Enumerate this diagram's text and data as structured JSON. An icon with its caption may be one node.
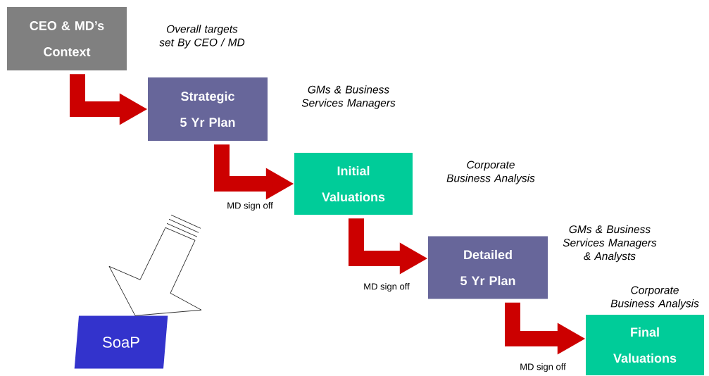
{
  "diagram": {
    "nodes": [
      {
        "text": [
          "CEO & MD’s Context"
        ]
      },
      {
        "text": [
          "Strategic 5 Yr Plan"
        ]
      },
      {
        "text": [
          "Initial Valuations"
        ]
      },
      {
        "text": [
          "Detailed 5 Yr Plan"
        ]
      },
      {
        "text": [
          "Final Valuations"
        ]
      },
      {
        "text": [
          "SoaP"
        ]
      }
    ],
    "edges": [
      {
        "from": 0,
        "to": 1,
        "arrow": "to"
      },
      {
        "from": 1,
        "to": 2,
        "arrow": "to",
        "label": "MD sign off"
      },
      {
        "from": 2,
        "to": 3,
        "arrow": "to",
        "label": "MD sign off"
      },
      {
        "from": 3,
        "to": 4,
        "arrow": "to",
        "label": "MD sign off"
      },
      {
        "from": null,
        "to": 5,
        "arrow": "to",
        "color": "#000000"
      }
    ],
    "labels": [
      "Overall targets set By CEO / MD",
      "GMs & Business Services Managers",
      "Corporate Business Analysis",
      "GMs & Business Services Managers & Analysts",
      "Corporate Business Analysis"
    ]
  }
}
